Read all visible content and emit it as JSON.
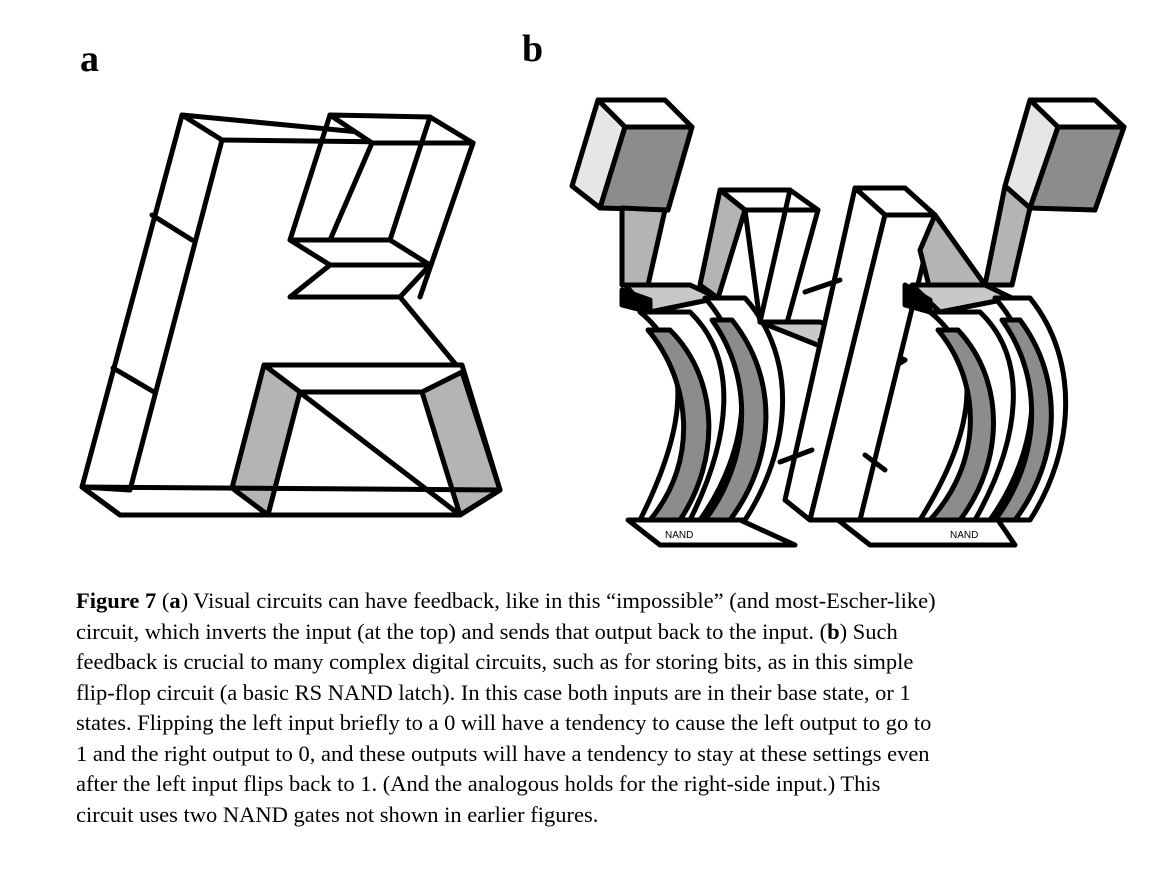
{
  "panels": {
    "a": "a",
    "b": "b"
  },
  "nand_labels": [
    "NAND",
    "NAND"
  ],
  "caption": {
    "fig_label": "Figure 7",
    "lines": [
      [
        {
          "t": "Figure 7",
          "b": true
        },
        {
          "t": " ("
        },
        {
          "t": "a",
          "b": true
        },
        {
          "t": ") Visual circuits can have feedback, like in this “impossible” (and most-Escher-like)"
        }
      ],
      [
        {
          "t": "circuit, which inverts the input (at the top) and sends that output back to the input. ("
        },
        {
          "t": "b",
          "b": true
        },
        {
          "t": ") Such"
        }
      ],
      [
        {
          "t": "feedback is crucial to many complex digital circuits, such as for storing bits, as in this simple"
        }
      ],
      [
        {
          "t": "flip-flop circuit (a basic RS NAND latch). In this case both inputs are in their base state, or 1"
        }
      ],
      [
        {
          "t": "states. Flipping the left input briefly to a 0 will have a tendency to cause the left output to go to"
        }
      ],
      [
        {
          "t": "1 and the right output to 0, and these outputs will have a tendency to stay at these settings even"
        }
      ],
      [
        {
          "t": "after the left input flips back to 1. (And the analogous holds for the right-side input.) This"
        }
      ],
      [
        {
          "t": "circuit uses two NAND gates not shown in earlier figures."
        }
      ]
    ]
  },
  "colors": {
    "stroke": "#000000",
    "light_gray": "#e6e6e6",
    "mid_gray": "#b4b4b4",
    "dark_gray": "#8c8c8c"
  }
}
